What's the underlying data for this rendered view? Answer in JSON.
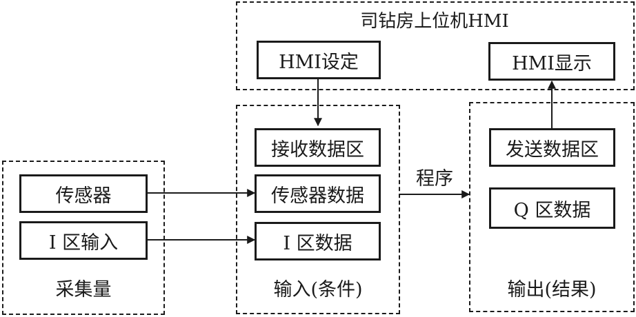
{
  "hmi_group": {
    "title": "司钻房上位机HMI",
    "hmi_setting": "HMI设定",
    "hmi_display": "HMI显示"
  },
  "acquisition_group": {
    "caption": "采集量",
    "sensor": "传感器",
    "i_zone_input": "I 区输入"
  },
  "input_group": {
    "caption": "输入(条件)",
    "receive_data_zone": "接收数据区",
    "sensor_data": "传感器数据",
    "i_zone_data": "I 区数据"
  },
  "output_group": {
    "caption": "输出(结果)",
    "send_data_zone": "发送数据区",
    "q_zone_data": "Q 区数据"
  },
  "program_label": "程序"
}
